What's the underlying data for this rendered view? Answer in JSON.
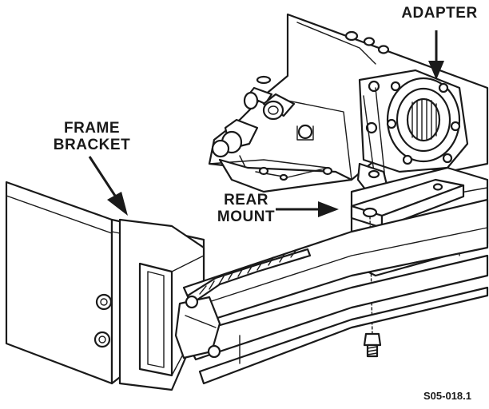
{
  "labels": {
    "adapter": "ADAPTER",
    "frame_bracket_line1": "FRAME",
    "frame_bracket_line2": "BRACKET",
    "rear_mount_line1": "REAR",
    "rear_mount_line2": "MOUNT"
  },
  "figure_id": "S05-018.1",
  "colors": {
    "ink": "#1a1a1a",
    "paper": "#ffffff"
  }
}
